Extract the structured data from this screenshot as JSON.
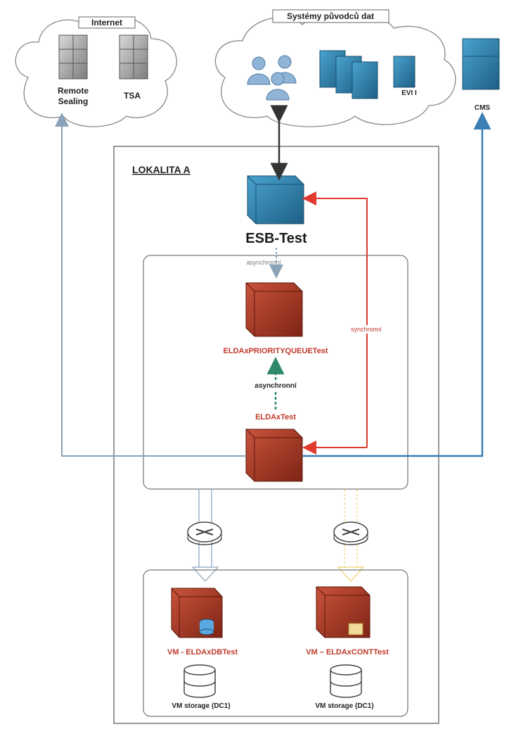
{
  "internet_cloud": {
    "title": "Internet",
    "servers": [
      "Remote Sealing",
      "TSA"
    ]
  },
  "source_systems_cloud": {
    "title": "Systémy původců dat",
    "servers": [
      "EVI I"
    ],
    "external": "CMS"
  },
  "site": {
    "title": "LOKALITA A",
    "esb": "ESB-Test",
    "link_esb_queue": "asynchronní",
    "link_esb_eldax": "synchronní",
    "queue": "ELDAxPRIORITYQUEUETest",
    "link_eldax_queue": "asynchronní",
    "eldax": "ELDAxTest"
  },
  "storage": {
    "vm1": "VM - ELDAxDBTest",
    "vm2": "VM – ELDAxCONTTest",
    "storage1": "VM storage (DC1)",
    "storage2": "VM storage (DC1)"
  },
  "colors": {
    "blue_server": "#2e7fa8",
    "red_server": "#a8321f",
    "red_line": "#e03b2e",
    "blue_line": "#3b7fb5",
    "grey_line": "#8aa3b8",
    "green_arrow": "#2f8a6a"
  }
}
